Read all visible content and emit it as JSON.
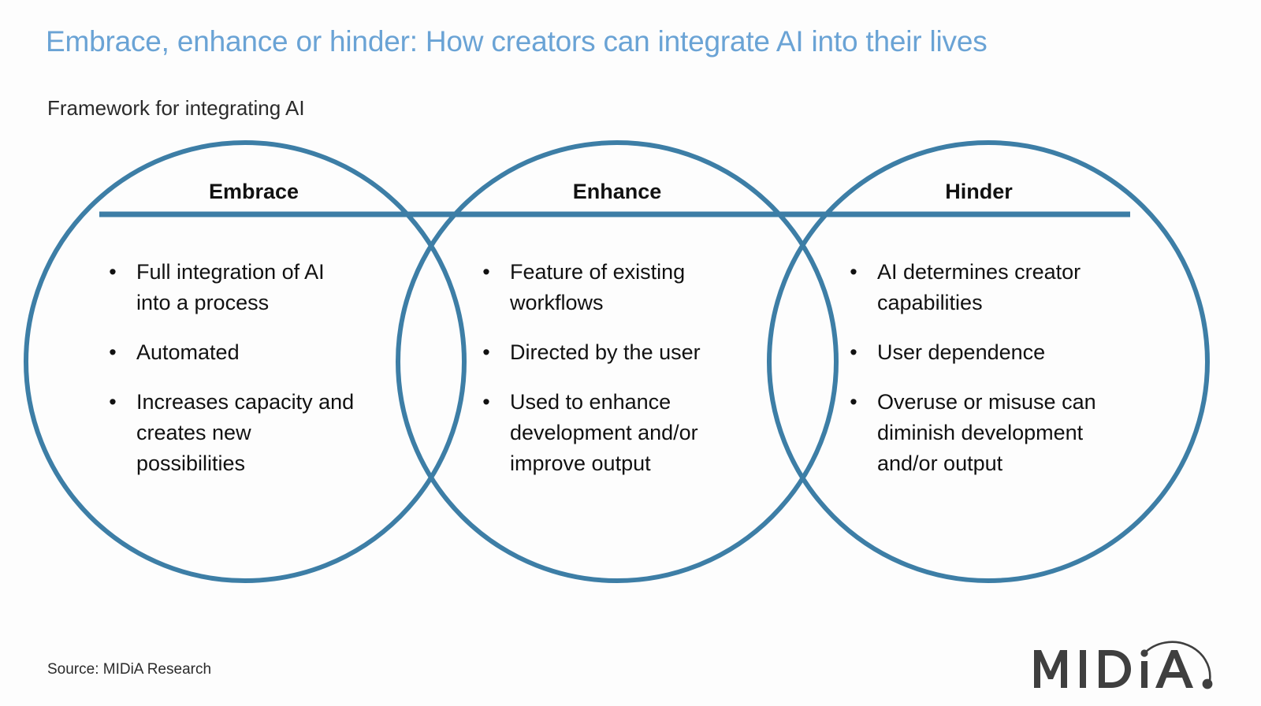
{
  "header": {
    "title": "Embrace, enhance or hinder: How creators can integrate AI into their lives",
    "subtitle": "Framework for integrating AI"
  },
  "colors": {
    "title_blue": "#6aa3d5",
    "circle_blue": "#3d7ea6",
    "text_black": "#111111",
    "background": "#fdfdfd",
    "logo_grey": "#3f3f3f"
  },
  "diagram": {
    "type": "venn",
    "circles": [
      {
        "id": "embrace",
        "heading": "Embrace",
        "bullet_glyph": "•",
        "bullets": [
          "Full integration of AI into a process",
          "Automated",
          "Increases capacity and creates new possibilities"
        ]
      },
      {
        "id": "enhance",
        "heading": "Enhance",
        "bullet_glyph": "•",
        "bullets": [
          "Feature of existing workflows",
          "Directed by the user",
          "Used to enhance development and/or improve output"
        ]
      },
      {
        "id": "hinder",
        "heading": "Hinder",
        "bullet_glyph": "•",
        "bullets": [
          "AI determines creator capabilities",
          "User dependence",
          "Overuse or misuse can diminish development and/or output"
        ]
      }
    ]
  },
  "footer": {
    "source": "Source: MIDiA Research",
    "logo_text": "MIDiA."
  }
}
